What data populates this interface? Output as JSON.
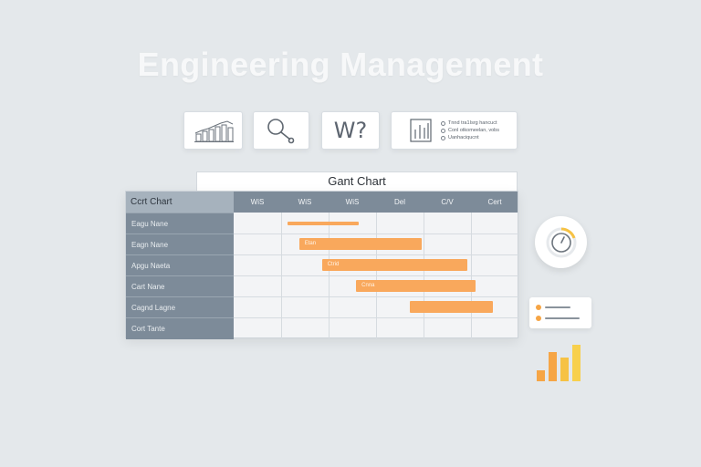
{
  "page": {
    "title": "Engineering Management"
  },
  "tools": {
    "whiteboard_text": "W?",
    "notes": [
      "Tnnd tra1Isrg hancuct",
      "Conl otkomeelan, vobs",
      "Uanhaciqucnt"
    ]
  },
  "gantt": {
    "header_title": "Gant Chart",
    "corner_label": "Ccrt Chart",
    "columns": [
      "WiS",
      "WiS",
      "WiS",
      "Del",
      "C/V",
      "Cert"
    ],
    "rows": [
      {
        "label": "Eagu Nane",
        "bar": {
          "start": 0.19,
          "end": 0.44,
          "label": "",
          "thin": true
        }
      },
      {
        "label": "Eagn Nane",
        "bar": {
          "start": 0.23,
          "end": 0.66,
          "label": "Etan",
          "thin": false
        }
      },
      {
        "label": "Apgu Naeta",
        "bar": {
          "start": 0.31,
          "end": 0.82,
          "label": "Ctrid",
          "thin": false
        }
      },
      {
        "label": "Cart Nane",
        "bar": {
          "start": 0.43,
          "end": 0.85,
          "label": "Cnna",
          "thin": false
        }
      },
      {
        "label": "Cagnd Lagne",
        "bar": {
          "start": 0.62,
          "end": 0.91,
          "label": "",
          "thin": false
        }
      },
      {
        "label": "Cort Tante",
        "bar": null
      }
    ]
  },
  "colors": {
    "accent_orange": "#f9a85c",
    "header_slate": "#7d8b99",
    "timer_ring": "#f6c244",
    "mini_bars": [
      "#f6a545",
      "#f6a545",
      "#f6c244",
      "#f8d04d"
    ]
  },
  "icons": [
    "bar-chart-icon",
    "magnifier-icon",
    "whiteboard-icon",
    "checklist-icon",
    "timer-icon",
    "list-icon",
    "mini-bar-chart-icon"
  ]
}
